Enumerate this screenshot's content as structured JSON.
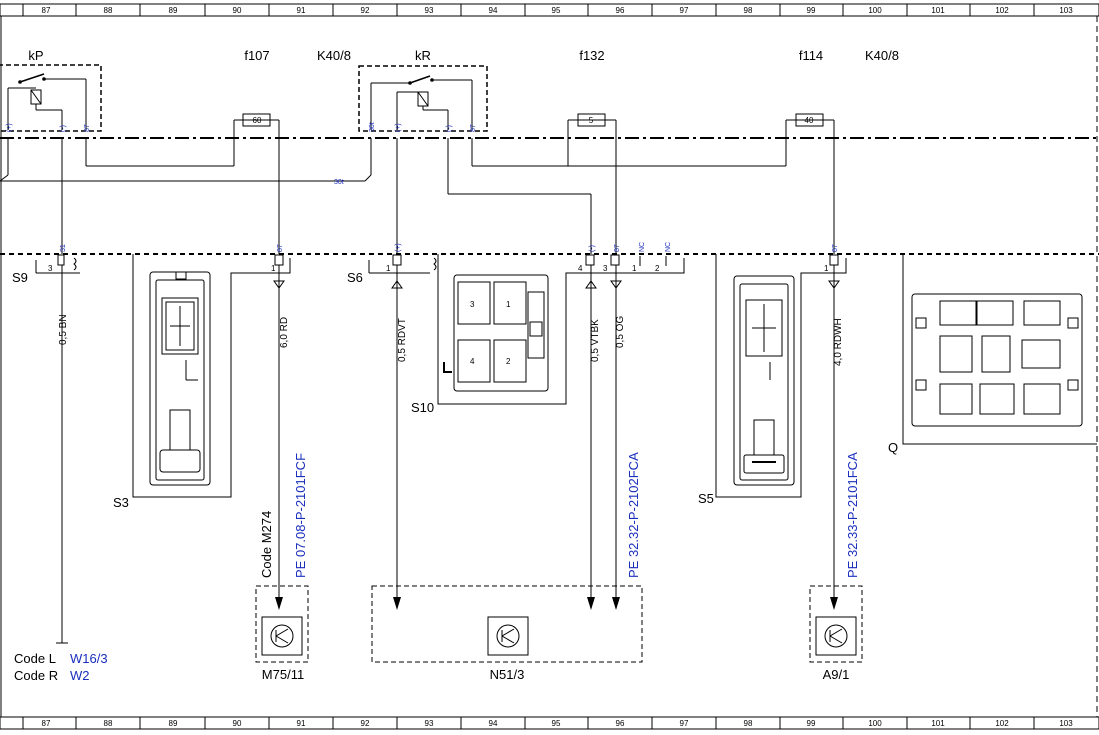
{
  "ruler_numbers": [
    "87",
    "88",
    "89",
    "90",
    "91",
    "92",
    "93",
    "94",
    "95",
    "96",
    "97",
    "98",
    "99",
    "100",
    "101",
    "102",
    "103"
  ],
  "top_labels": {
    "kP": "kP",
    "f107": "f107",
    "k408_a": "K40/8",
    "kR": "kR",
    "f132": "f132",
    "f114": "f114",
    "k408_b": "K40/8"
  },
  "fuses": {
    "f107": "60",
    "f132": "5",
    "f114": "40"
  },
  "pins": {
    "kp_plus": "(+)",
    "kp_minus": "(-)",
    "kp_87": "87",
    "kr_30t": "30t",
    "kr_plus": "(+)",
    "kr_minus": "(-)",
    "kr_87": "87",
    "wire_30t": "30t",
    "s9_31": "31",
    "s3_87": "87",
    "s6_plus": "(+)",
    "s10_minus": "(-)",
    "s10_87": "87",
    "s10_nc1": "NC",
    "s10_nc2": "NC",
    "s5_87": "87"
  },
  "connector_numbers": {
    "s9_3": "3",
    "s3_1": "1",
    "s6_1": "1",
    "s10_4": "4",
    "s10_3": "3",
    "s10_1": "1",
    "s10_2": "2",
    "s5_1": "1"
  },
  "components": {
    "s9": "S9",
    "s6": "S6",
    "s3": "S3",
    "s10": "S10",
    "s5": "S5",
    "q": "Q",
    "m75": "M75/11",
    "n51": "N51/3",
    "a9": "A9/1"
  },
  "wires": {
    "bn": "0,5 BN",
    "rd": "6,0 RD",
    "rdvt": "0,5 RDVT",
    "vtbk": "0,5 VTBK",
    "og": "0,5 OG",
    "rdwh": "4,0 RDWH"
  },
  "refs": {
    "code_m274": "Code M274",
    "pe1": "PE 07.08-P-2101FCF",
    "pe2": "PE 32.32-P-2102FCA",
    "pe3": "PE 32.33-P-2101FCA"
  },
  "codes": [
    {
      "label": "Code L",
      "value": "W16/3"
    },
    {
      "label": "Code R",
      "value": "W2"
    }
  ],
  "s10_pin_labels": [
    "3",
    "1",
    "4",
    "2"
  ],
  "colors": {
    "reference_blue": "#1a2ebd",
    "line": "#000000"
  }
}
